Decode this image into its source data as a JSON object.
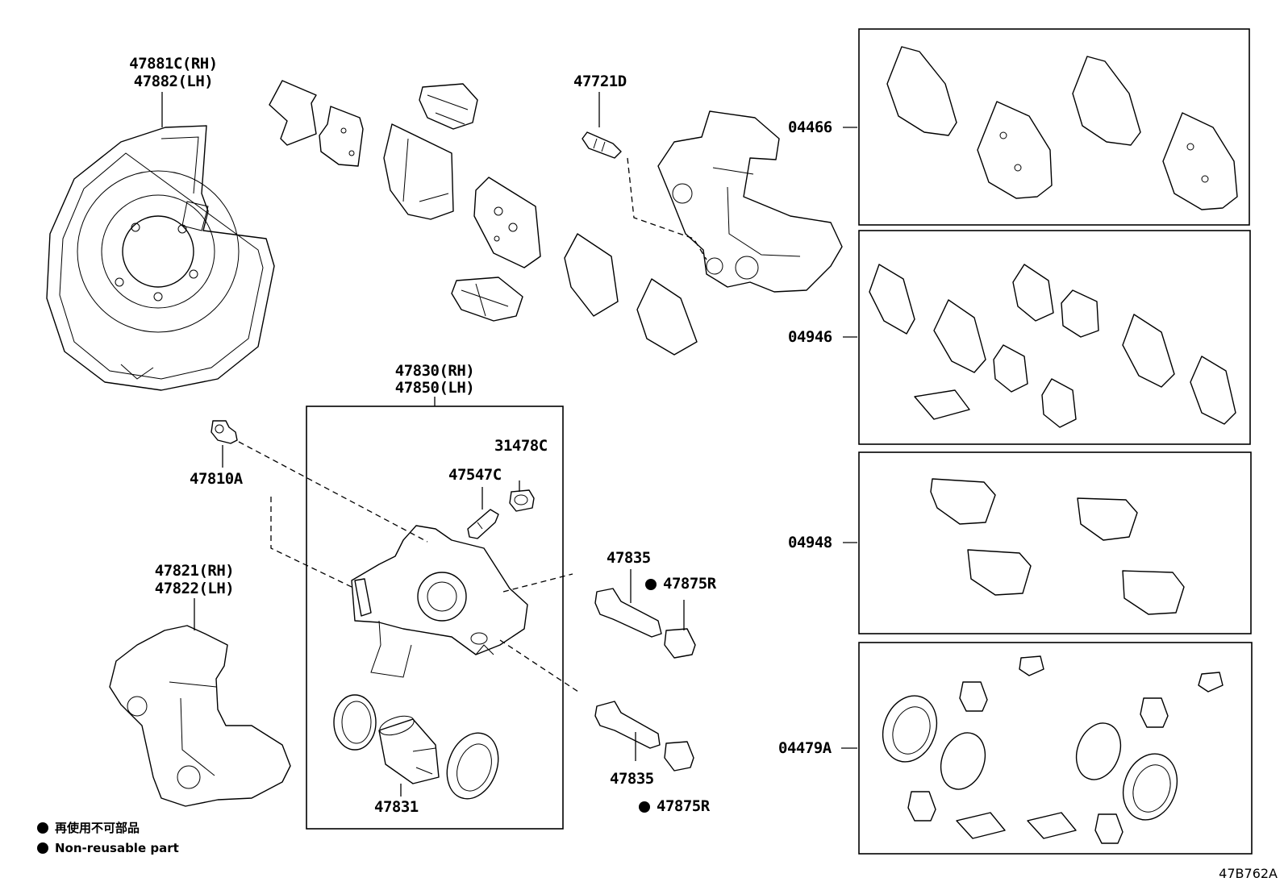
{
  "labels": {
    "dust_cover": [
      "47881C(RH)",
      "47882(LH)"
    ],
    "bleeder_bolt": "47721D",
    "pad_kit": "04466",
    "shim_kit": "04946",
    "fitting_kit": "04948",
    "cylinder_kit": "04479A",
    "caliper": [
      "47830(RH)",
      "47850(LH)"
    ],
    "bleeder_plug_cap": "31478C",
    "bleeder_plug": "47547C",
    "union_bolt": "47810A",
    "mounting": [
      "47821(RH)",
      "47822(LH)"
    ],
    "slide_pin_upper": "47835",
    "boot_upper": "47875R",
    "slide_pin_lower": "47835",
    "boot_lower": "47875R",
    "piston": "47831"
  },
  "legend": {
    "ja": "再使用不可部品",
    "en": "Non-reusable part"
  },
  "figure_id": "47B762A",
  "colors": {
    "line": "#000000",
    "background": "#ffffff"
  }
}
